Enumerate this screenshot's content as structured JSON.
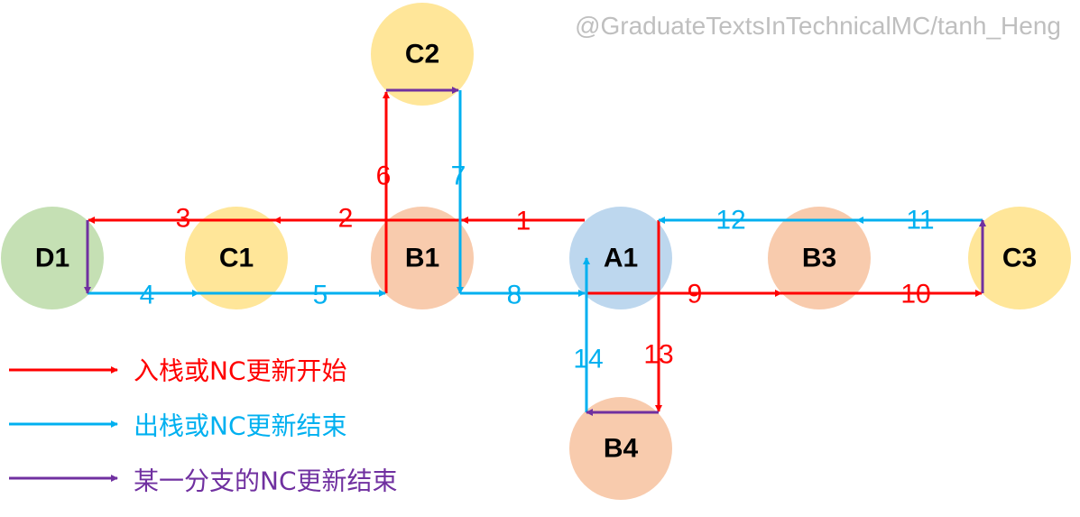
{
  "watermark": "@GraduateTextsInTechnicalMC/tanh_Heng",
  "colors": {
    "red": "#ff0000",
    "blue": "#00b0f0",
    "purple": "#7030a0",
    "green": "#c5e0b4",
    "yellow": "#ffe699",
    "peach": "#f8cbad",
    "lightblue": "#bdd7ee"
  },
  "nodes": {
    "C2": "C2",
    "D1": "D1",
    "C1": "C1",
    "B1": "B1",
    "A1": "A1",
    "B3": "B3",
    "C3": "C3",
    "B4": "B4"
  },
  "edges": {
    "e1": "1",
    "e2": "2",
    "e3": "3",
    "e4": "4",
    "e5": "5",
    "e6": "6",
    "e7": "7",
    "e8": "8",
    "e9": "9",
    "e10": "10",
    "e11": "11",
    "e12": "12",
    "e13": "13",
    "e14": "14"
  },
  "legend": [
    {
      "label": "入栈或NC更新开始"
    },
    {
      "label": "出栈或NC更新结束"
    },
    {
      "label": "某一分支的NC更新结束"
    }
  ]
}
